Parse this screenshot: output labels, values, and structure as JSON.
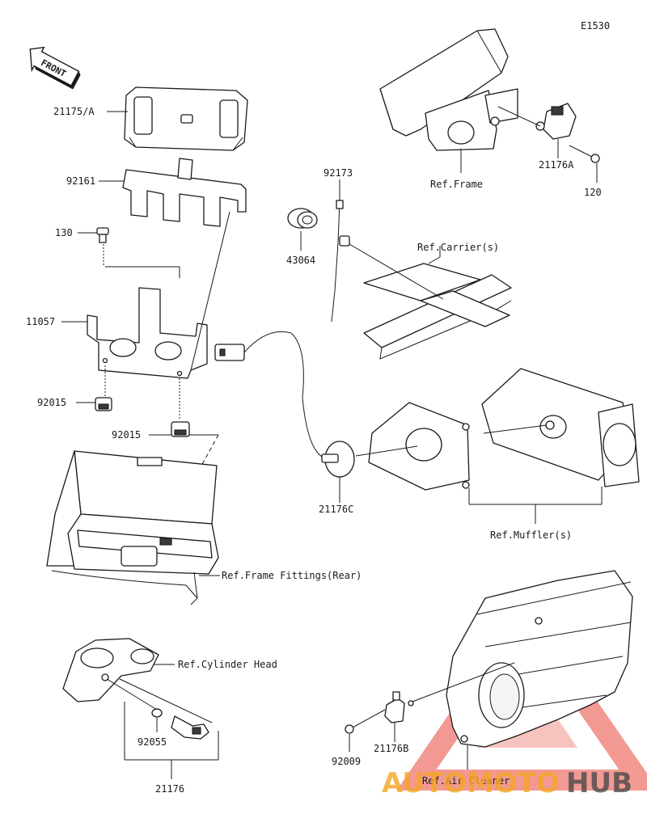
{
  "diagram_code": "E1530",
  "front_arrow_label": "FRONT",
  "parts": [
    {
      "id": "p1",
      "label": "21175/A"
    },
    {
      "id": "p2",
      "label": "92161"
    },
    {
      "id": "p3",
      "label": "130"
    },
    {
      "id": "p4",
      "label": "11057"
    },
    {
      "id": "p5",
      "label": "92015"
    },
    {
      "id": "p6",
      "label": "92015"
    },
    {
      "id": "p7",
      "label": "92173"
    },
    {
      "id": "p8",
      "label": "43064"
    },
    {
      "id": "p9",
      "label": "21176A"
    },
    {
      "id": "p10",
      "label": "120"
    },
    {
      "id": "p11",
      "label": "21176C"
    },
    {
      "id": "p12",
      "label": "92055"
    },
    {
      "id": "p13",
      "label": "21176"
    },
    {
      "id": "p14",
      "label": "92009"
    },
    {
      "id": "p15",
      "label": "21176B"
    }
  ],
  "references": {
    "frame": "Ref.Frame",
    "carrier": "Ref.Carrier(s)",
    "muffler": "Ref.Muffler(s)",
    "frame_fittings": "Ref.Frame Fittings(Rear)",
    "cylinder_head": "Ref.Cylinder Head",
    "air_cleaner": "Ref.Air Cleaner"
  },
  "watermark": {
    "text_a": "AUTOMOTO",
    "text_b": "HUB",
    "color_a": "#f5a623",
    "color_b": "#4a4a4a",
    "triangle_color": "#e8473b"
  }
}
